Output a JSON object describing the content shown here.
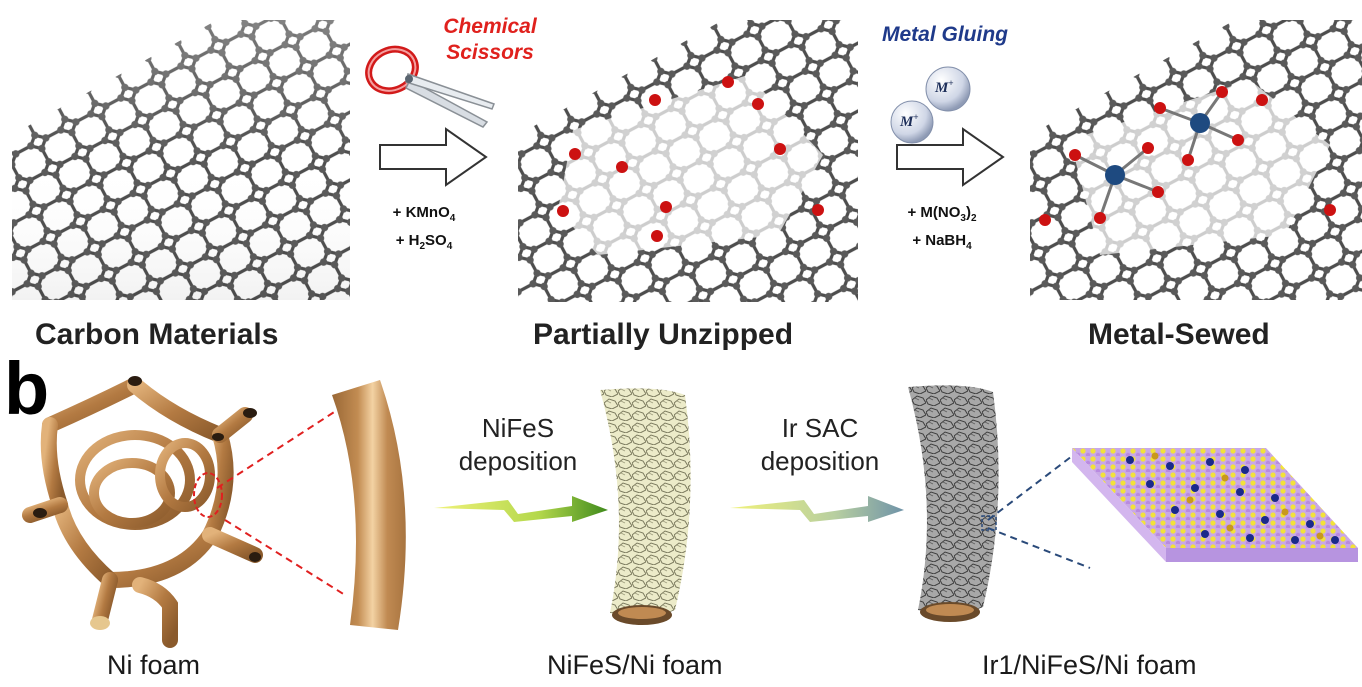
{
  "panel_b": {
    "letter": "b"
  },
  "top_row": {
    "stages": [
      {
        "label": "Carbon Materials"
      },
      {
        "label": "Partially Unzipped"
      },
      {
        "label": "Metal-Sewed"
      }
    ],
    "step1": {
      "tool": [
        "Chemical",
        "Scissors"
      ],
      "tool_color": "#e0211d",
      "reagents": [
        "+ KMnO",
        "4",
        "+ H",
        "2",
        "SO",
        "4"
      ]
    },
    "step2": {
      "tool": "Metal Gluing",
      "tool_color": "#1f3a8a",
      "ion": "M",
      "ion_charge": "+",
      "reagents": [
        "+ M(NO",
        "3",
        ")",
        "2",
        "+ NaBH",
        "4"
      ]
    }
  },
  "bottom_row": {
    "stages": [
      {
        "label": "Ni foam"
      },
      {
        "label": "NiFeS/Ni foam"
      },
      {
        "label": "Ir1/NiFeS/Ni foam"
      }
    ],
    "step1": {
      "line1": "NiFeS",
      "line2": "deposition",
      "arrow_color": "#5a9a1a"
    },
    "step2": {
      "line1": "Ir SAC",
      "line2": "deposition",
      "arrow_color": "#7a9aab"
    }
  },
  "colors": {
    "carbon": "#555555",
    "oxygen": "#cc1111",
    "metal": "#1e4a80",
    "foam": "#c08a52",
    "nifes": "#e8e6c4",
    "ir": "#9a9a9a"
  }
}
